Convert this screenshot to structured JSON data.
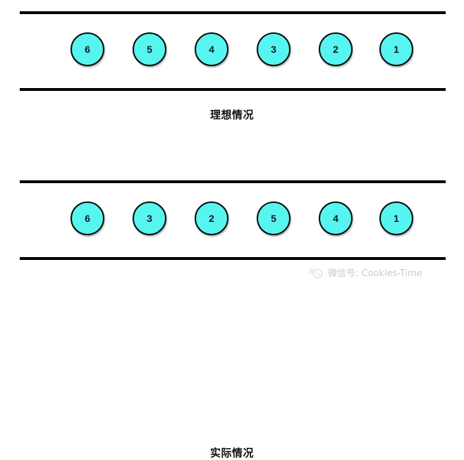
{
  "figure": {
    "title": "",
    "background_color": "#ffffff",
    "rail_color": "#000000",
    "item_fill_color": "#57f5f0",
    "item_stroke_color": "#0b0b0b",
    "item_label_color": "#101828"
  },
  "sections": [
    {
      "id": "ideal",
      "caption": "理想情况",
      "items": [
        {
          "label": "6"
        },
        {
          "label": "5"
        },
        {
          "label": "4"
        },
        {
          "label": "3"
        },
        {
          "label": "2"
        },
        {
          "label": "1"
        }
      ]
    },
    {
      "id": "actual",
      "caption": "实际情况",
      "items": [
        {
          "label": "6"
        },
        {
          "label": "3"
        },
        {
          "label": "2"
        },
        {
          "label": "5"
        },
        {
          "label": "4"
        },
        {
          "label": "1"
        }
      ]
    }
  ],
  "watermark": {
    "icon": "cookie-icon",
    "text": "微信号: Cookies-Time",
    "color": "#c9c9c9"
  }
}
